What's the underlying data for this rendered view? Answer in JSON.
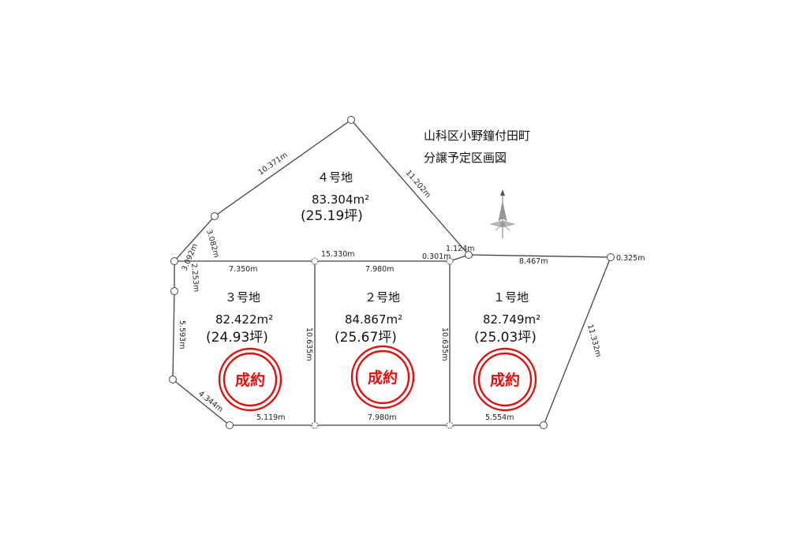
{
  "title": {
    "line1": "山科区小野鐘付田町",
    "line2": "分譲予定区画図"
  },
  "lots": [
    {
      "name": "４号地",
      "area": "83.304m²",
      "tsubo": "(25.19坪)",
      "sold": false
    },
    {
      "name": "３号地",
      "area": "82.422m²",
      "tsubo": "(24.93坪)",
      "sold": true,
      "stamp": "成約"
    },
    {
      "name": "２号地",
      "area": "84.867m²",
      "tsubo": "(25.67坪)",
      "sold": true,
      "stamp": "成約"
    },
    {
      "name": "１号地",
      "area": "82.749m²",
      "tsubo": "(25.03坪)",
      "sold": true,
      "stamp": "成約"
    }
  ],
  "dimensions": {
    "lot4_top_left": "10.371m",
    "lot4_top_right": "11.202m",
    "lot4_left_upper": "3.082m",
    "lot4_left_small": "3.092m",
    "left_short": "2.253m",
    "left_lower": "5.593m",
    "bottom_left_diag": "4.344m",
    "center_total": "15.330m",
    "lot3_top": "7.350m",
    "lot2_top": "7.980m",
    "top_small_a": "0.301m",
    "top_small_b": "1.124m",
    "lot1_top": "8.467m",
    "right_top_small": "0.325m",
    "lot1_right": "11.332m",
    "lot3_bottom": "5.119m",
    "lot2_bottom": "7.980m",
    "lot1_bottom": "5.554m",
    "lot2_left_height": "10.635m",
    "lot2_right_height": "10.635m"
  },
  "icons": {
    "north_arrow": "compass-north-arrow-icon"
  },
  "colors": {
    "stamp": "#e01010",
    "lines": "#444444"
  }
}
